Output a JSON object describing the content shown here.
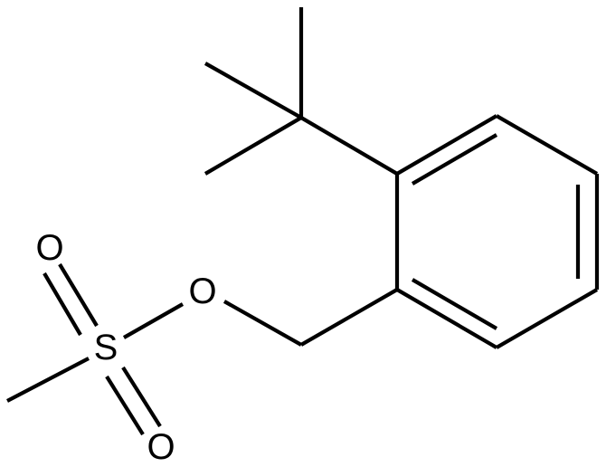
{
  "structure": {
    "atoms": {
      "o_ester": "O",
      "s_sulfonyl": "S",
      "o_top": "O",
      "o_bottom": "O"
    },
    "line_color": "#000000"
  }
}
